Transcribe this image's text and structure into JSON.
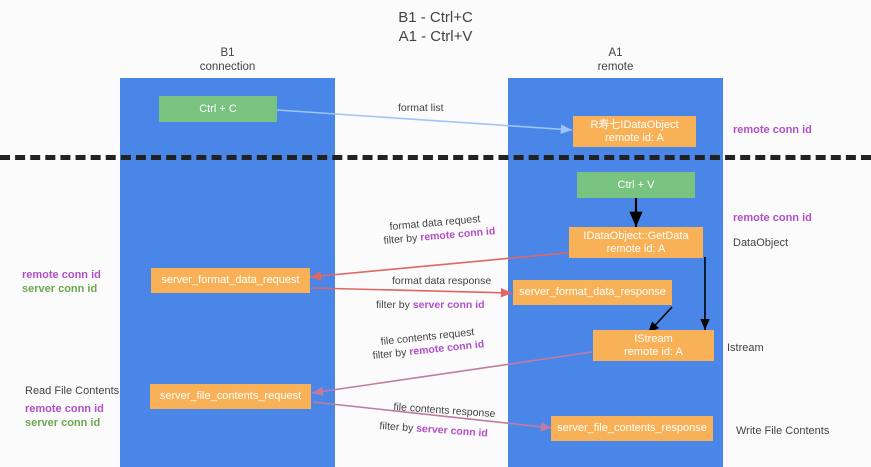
{
  "title": {
    "line1": "B1 - Ctrl+C",
    "line2": "A1 - Ctrl+V"
  },
  "columns": [
    {
      "name": "B1",
      "sub": "connection"
    },
    {
      "name": "A1",
      "sub": "remote"
    }
  ],
  "colors": {
    "lane": "#4a86e8",
    "green_box": "#78c37f",
    "orange_box": "#f9b157",
    "remote_conn_id": "#b24fc9",
    "server_conn_id": "#6aa84f",
    "arrow_blue": "#9fc5f8",
    "arrow_red": "#e06666",
    "arrow_black": "#000000",
    "arrow_purple": "#c27ba0",
    "divider": "#222222",
    "text": "#434343"
  },
  "boxes": {
    "ctrl_c": {
      "line1": "Ctrl + C"
    },
    "idataobject_top": {
      "line1": "R寿七IDataObject",
      "line2": "remote id: A"
    },
    "ctrl_v": {
      "line1": "Ctrl + V"
    },
    "getdata": {
      "line1": "IDataObject::GetData",
      "line2": "remote id: A"
    },
    "server_format_data_request": {
      "line1": "server_format_data_request"
    },
    "server_format_data_response": {
      "line1": "server_format_data_response"
    },
    "istream": {
      "line1": "IStream",
      "line2": "remote id: A"
    },
    "server_file_contents_request": {
      "line1": "server_file_contents_request"
    },
    "server_file_contents_response": {
      "line1": "server_file_contents_response"
    }
  },
  "edge_labels": {
    "format_list": "format list",
    "format_data_request": "format data request",
    "format_data_request_filter_prefix": "filter by ",
    "format_data_request_filter_value": "remote conn id",
    "format_data_response": "format data response",
    "format_data_response_filter_prefix": "filter by ",
    "format_data_response_filter_value": "server conn id",
    "file_contents_request": "file contents request",
    "file_contents_request_filter_prefix": "filter by ",
    "file_contents_request_filter_value": "remote conn id",
    "file_contents_response": "file contents response",
    "file_contents_response_filter_prefix": "filter by ",
    "file_contents_response_filter_value": "server conn id"
  },
  "annotations": {
    "right_remote_conn_id_top": "remote conn id",
    "right_remote_conn_id_mid": "remote conn id",
    "right_dataobject": "DataObject",
    "right_istream": "Istream",
    "right_write_file_contents": "Write File Contents",
    "left_remote_conn_id": "remote conn id",
    "left_server_conn_id": "server conn id",
    "left_read_file_contents": "Read File Contents",
    "left_remote_conn_id_2": "remote conn id",
    "left_server_conn_id_2": "server conn id"
  }
}
